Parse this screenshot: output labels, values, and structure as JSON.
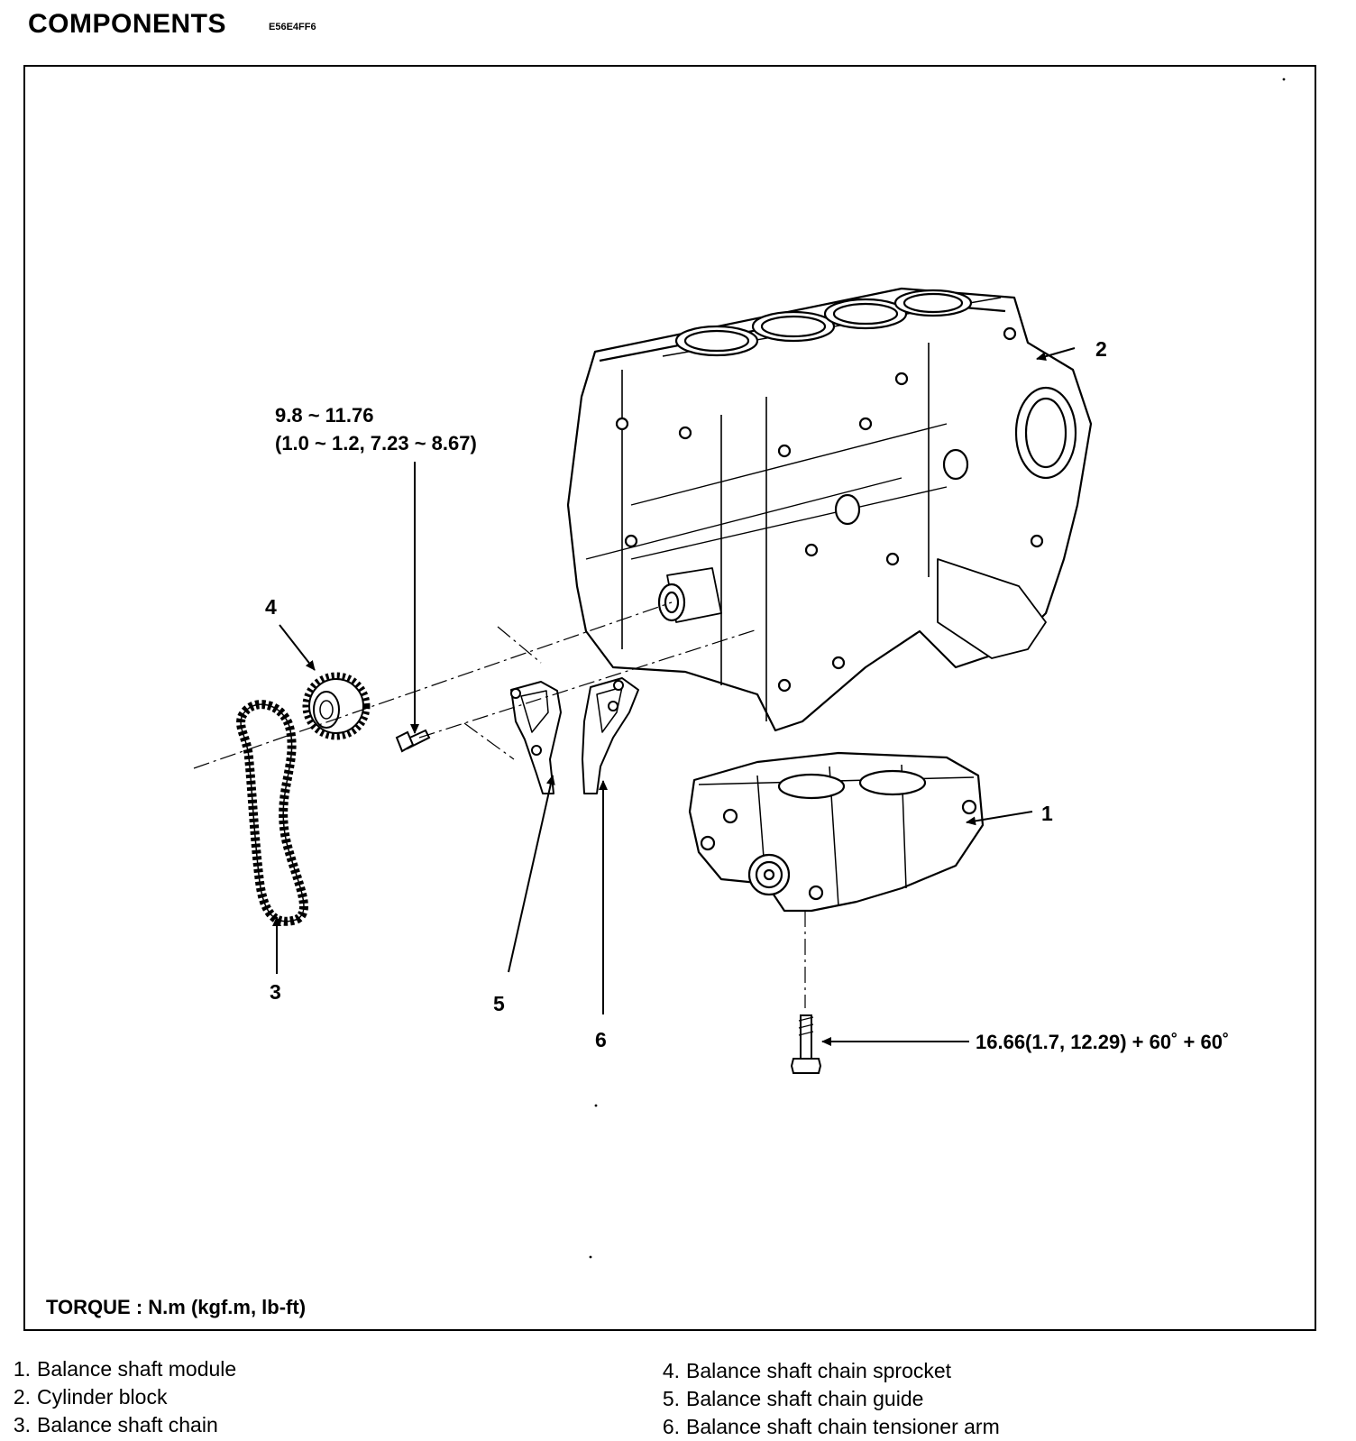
{
  "header": {
    "title": "COMPONENTS",
    "code": "E56E4FF6"
  },
  "callouts": [
    "1",
    "2",
    "3",
    "4",
    "5",
    "6"
  ],
  "torque_specs": {
    "sprocket_bolt_line1": "9.8 ~ 11.76",
    "sprocket_bolt_line2": "(1.0 ~ 1.2, 7.23 ~ 8.67)",
    "module_bolt": "16.66(1.7, 12.29) + 60˚ + 60˚"
  },
  "torque_note": "TORQUE : N.m (kgf.m, lb-ft)",
  "legend": [
    {
      "num": "1.",
      "label": "Balance shaft module"
    },
    {
      "num": "2.",
      "label": "Cylinder block"
    },
    {
      "num": "3.",
      "label": "Balance shaft chain"
    },
    {
      "num": "4.",
      "label": "Balance shaft chain sprocket"
    },
    {
      "num": "5.",
      "label": "Balance shaft chain guide"
    },
    {
      "num": "6.",
      "label": "Balance shaft chain tensioner arm"
    }
  ]
}
